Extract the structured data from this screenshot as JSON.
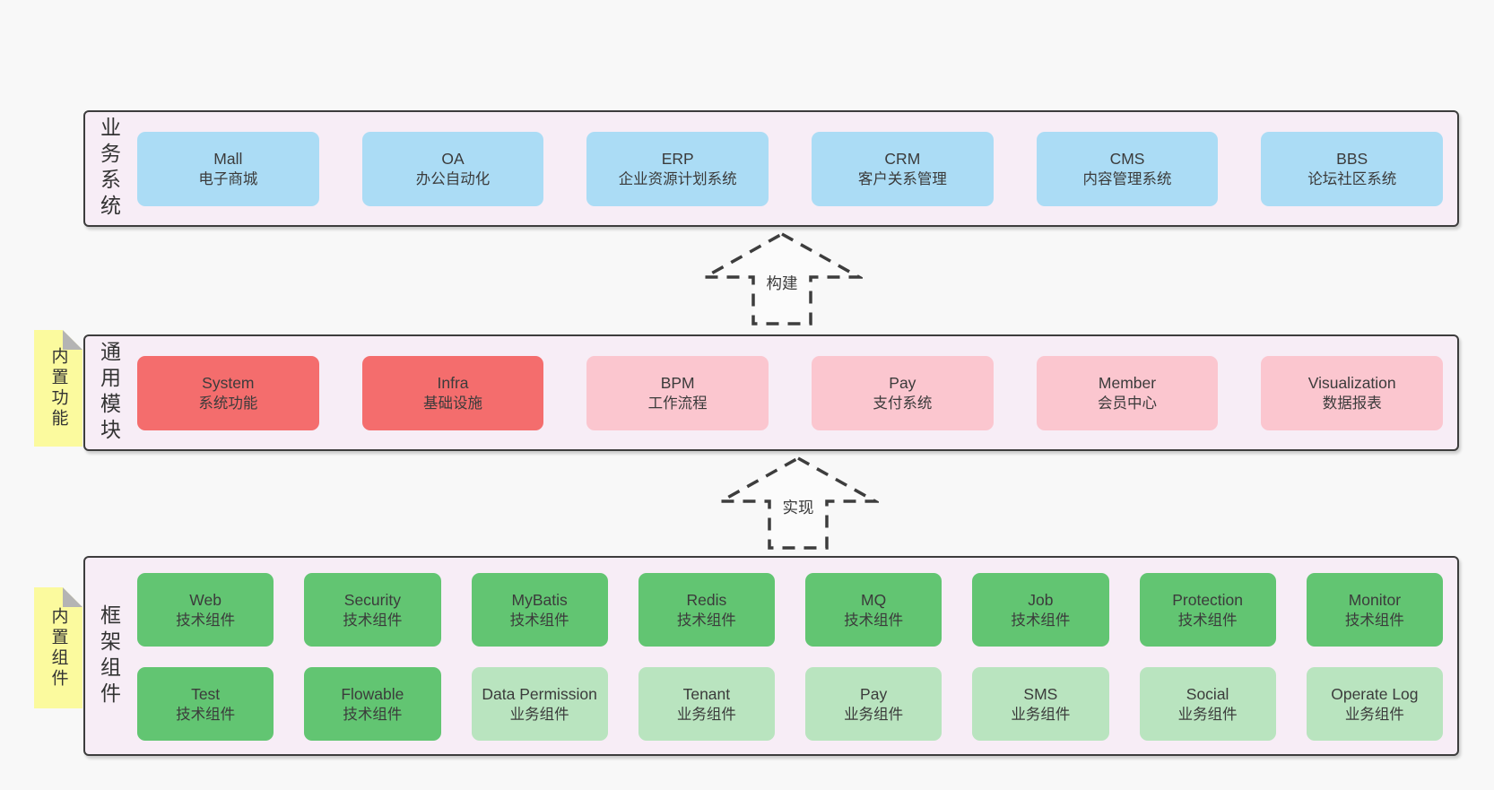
{
  "colors": {
    "page-bg": "#f8f8f8",
    "layer-bg": "#f7edf6",
    "border": "#3d3d3d",
    "text": "#3b3b3b",
    "blue": "#abdcf5",
    "red": "#f46d6d",
    "pink": "#fbc6cf",
    "green": "#62c572",
    "lightgreen": "#b9e4bf",
    "note": "#fbfa9e",
    "note-fold": "#b4b4b4",
    "arrow-fill": "#fbfbfb"
  },
  "layers": [
    {
      "label": "业务系统",
      "boxes": [
        {
          "title": "Mall",
          "subtitle": "电子商城",
          "variant": "blue"
        },
        {
          "title": "OA",
          "subtitle": "办公自动化",
          "variant": "blue"
        },
        {
          "title": "ERP",
          "subtitle": "企业资源计划系统",
          "variant": "blue"
        },
        {
          "title": "CRM",
          "subtitle": "客户关系管理",
          "variant": "blue"
        },
        {
          "title": "CMS",
          "subtitle": "内容管理系统",
          "variant": "blue"
        },
        {
          "title": "BBS",
          "subtitle": "论坛社区系统",
          "variant": "blue"
        }
      ]
    },
    {
      "label": "通用模块",
      "note": "内置功能",
      "boxes": [
        {
          "title": "System",
          "subtitle": "系统功能",
          "variant": "red"
        },
        {
          "title": "Infra",
          "subtitle": "基础设施",
          "variant": "red"
        },
        {
          "title": "BPM",
          "subtitle": "工作流程",
          "variant": "pink"
        },
        {
          "title": "Pay",
          "subtitle": "支付系统",
          "variant": "pink"
        },
        {
          "title": "Member",
          "subtitle": "会员中心",
          "variant": "pink"
        },
        {
          "title": "Visualization",
          "subtitle": "数据报表",
          "variant": "pink"
        }
      ]
    },
    {
      "label": "框架组件",
      "note": "内置组件",
      "boxes": [
        {
          "title": "Web",
          "subtitle": "技术组件",
          "variant": "green"
        },
        {
          "title": "Security",
          "subtitle": "技术组件",
          "variant": "green"
        },
        {
          "title": "MyBatis",
          "subtitle": "技术组件",
          "variant": "green"
        },
        {
          "title": "Redis",
          "subtitle": "技术组件",
          "variant": "green"
        },
        {
          "title": "MQ",
          "subtitle": "技术组件",
          "variant": "green"
        },
        {
          "title": "Job",
          "subtitle": "技术组件",
          "variant": "green"
        },
        {
          "title": "Protection",
          "subtitle": "技术组件",
          "variant": "green"
        },
        {
          "title": "Monitor",
          "subtitle": "技术组件",
          "variant": "green"
        },
        {
          "title": "Test",
          "subtitle": "技术组件",
          "variant": "green"
        },
        {
          "title": "Flowable",
          "subtitle": "技术组件",
          "variant": "green"
        },
        {
          "title": "Data Permission",
          "subtitle": "业务组件",
          "variant": "lightgreen"
        },
        {
          "title": "Tenant",
          "subtitle": "业务组件",
          "variant": "lightgreen"
        },
        {
          "title": "Pay",
          "subtitle": "业务组件",
          "variant": "lightgreen"
        },
        {
          "title": "SMS",
          "subtitle": "业务组件",
          "variant": "lightgreen"
        },
        {
          "title": "Social",
          "subtitle": "业务组件",
          "variant": "lightgreen"
        },
        {
          "title": "Operate Log",
          "subtitle": "业务组件",
          "variant": "lightgreen"
        }
      ]
    }
  ],
  "arrows": [
    {
      "label": "构建"
    },
    {
      "label": "实现"
    }
  ]
}
